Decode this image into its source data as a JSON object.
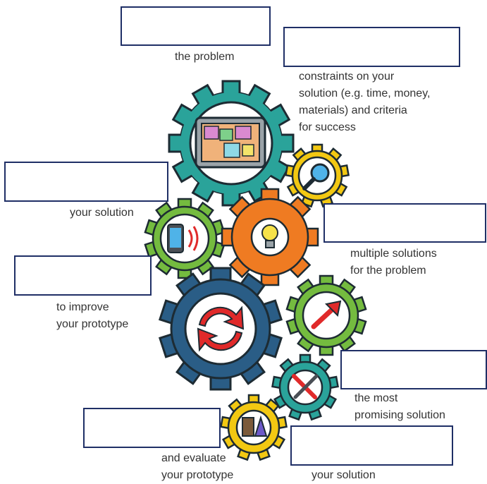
{
  "captions": {
    "define": [
      "the problem"
    ],
    "identify": [
      "constraints on your",
      "solution (e.g. time, money,",
      "materials) and criteria",
      "for success"
    ],
    "communicate": [
      "your solution"
    ],
    "brainstorm": [
      "multiple solutions",
      "for the problem"
    ],
    "redesign": [
      "to improve",
      "your prototype"
    ],
    "choose": [
      "the most",
      "promising solution"
    ],
    "test": [
      "and evaluate",
      "your prototype"
    ],
    "build": [
      "your solution"
    ]
  },
  "colors": {
    "box_border": "#1f2f66",
    "gear_teal": "#2aa39a",
    "gear_yellow": "#f2c812",
    "gear_green": "#74bb3f",
    "gear_orange": "#ef7b22",
    "gear_navy": "#2a5d86",
    "gear_red_arrows": "#e02a2a"
  },
  "icons": [
    "clipboard-icon",
    "magnifier-icon",
    "phone-icon",
    "lightbulb-icon",
    "cycle-arrows-icon",
    "arrow-target-icon",
    "tools-icon",
    "ruler-calculator-icon"
  ]
}
